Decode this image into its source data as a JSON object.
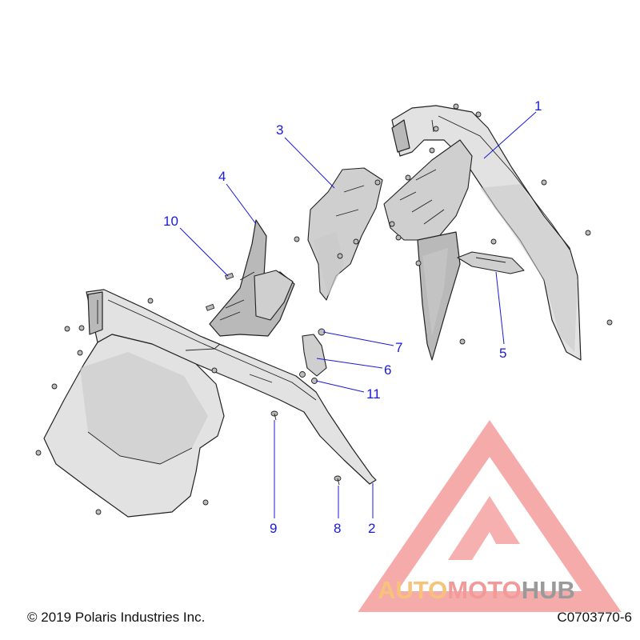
{
  "callouts": [
    {
      "id": "1",
      "label": "1"
    },
    {
      "id": "2",
      "label": "2"
    },
    {
      "id": "3",
      "label": "3"
    },
    {
      "id": "4",
      "label": "4"
    },
    {
      "id": "5",
      "label": "5"
    },
    {
      "id": "6",
      "label": "6"
    },
    {
      "id": "7",
      "label": "7"
    },
    {
      "id": "8",
      "label": "8"
    },
    {
      "id": "9",
      "label": "9"
    },
    {
      "id": "10",
      "label": "10"
    },
    {
      "id": "11",
      "label": "11"
    }
  ],
  "footer": {
    "copyright": "© 2019 Polaris Industries Inc.",
    "drawing_number": "C0703770-6"
  },
  "watermark": {
    "part1": "AUTO",
    "part2": "MOTO",
    "part3": "HUB",
    "color_auto": "#f7c27a",
    "color_moto": "#f29a9a",
    "color_hub": "#9a9a9a",
    "mark_color": "#f27c7c"
  },
  "colors": {
    "callout": "#1a1ad8"
  }
}
